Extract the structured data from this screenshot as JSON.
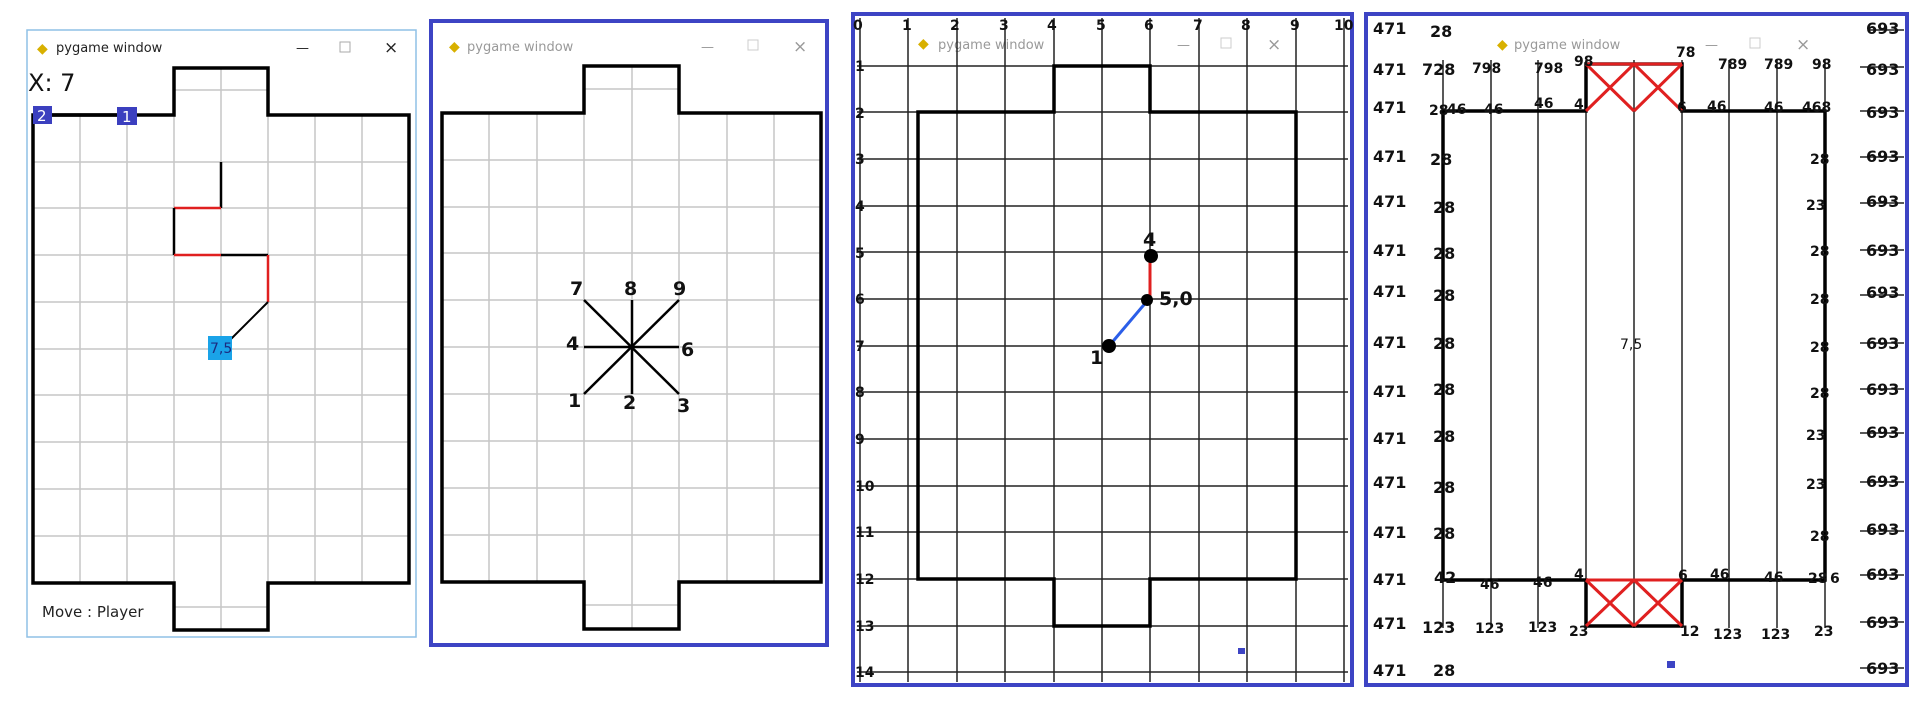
{
  "panel1": {
    "window_title": "pygame window",
    "x_readout": "X: 7",
    "badge_left": "2",
    "badge_right": "1",
    "ball_label": "7,5",
    "status": "Move : Player"
  },
  "panel2": {
    "window_title": "pygame window",
    "directions": {
      "d7": "7",
      "d8": "8",
      "d9": "9",
      "d4": "4",
      "d6": "6",
      "d1": "1",
      "d2": "2",
      "d3": "3"
    }
  },
  "panel3": {
    "window_title": "pygame window",
    "x_ticks": [
      "0",
      "1",
      "2",
      "3",
      "4",
      "5",
      "6",
      "7",
      "8",
      "9",
      "10"
    ],
    "y_ticks": [
      "1",
      "2",
      "3",
      "4",
      "5",
      "6",
      "7",
      "8",
      "9",
      "10",
      "11",
      "12",
      "13",
      "14"
    ],
    "point_a": "4",
    "point_b": "5,0",
    "point_c": "1"
  },
  "panel4": {
    "window_title": "pygame window",
    "center_label": "7,5",
    "left_a": "471",
    "left_b": "28",
    "right": "693",
    "row2_b": "728",
    "row2_c": "798",
    "row2_d": "798",
    "row2_e": "98",
    "row2_f": "78",
    "row2_g": "789",
    "row2_h": "789",
    "row2_i": "98",
    "row3_a": "46",
    "row3_b": "46",
    "row3_c": "46",
    "row3_d": "4",
    "row3_e": "6",
    "row3_f": "46",
    "row3_g": "46",
    "row3_h": "468",
    "row13_a": "42",
    "row13_b": "46",
    "row13_c": "46",
    "row13_d": "4",
    "row13_e": "6",
    "row13_f": "46",
    "row13_g": "46",
    "row13_h": "28",
    "row13_i": "6",
    "row14_a": "123",
    "row14_b": "123",
    "row14_c": "123",
    "row14_d": "23",
    "row14_e": "12",
    "row14_f": "123",
    "row14_g": "123",
    "row14_h": "23",
    "right_inner": "23"
  },
  "colors": {
    "badge_blue": "#3b3fbf",
    "ball_blue": "#1aa3e8",
    "frame_blue": "#3d44c4",
    "path_red": "#e02020",
    "path_blue": "#2b5ee8"
  }
}
